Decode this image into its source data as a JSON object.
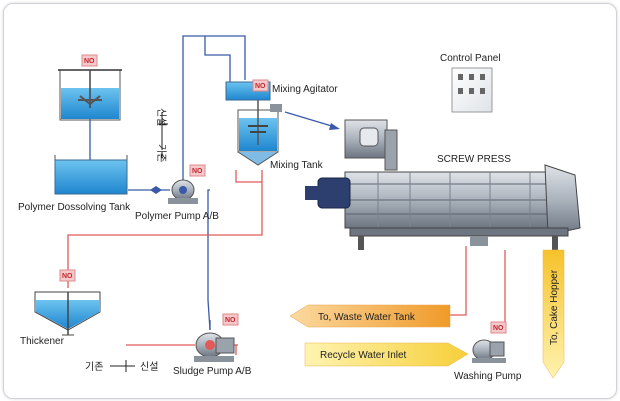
{
  "labels": {
    "polymer_tank": "Polymer Dossolving Tank",
    "polymer_pump": "Polymer Pump A/B",
    "mixing_agitator": "Mixing Agitator",
    "mixing_tank": "Mixing Tank",
    "control_panel": "Control Panel",
    "screw_press": "SCREW PRESS",
    "thickener": "Thickener",
    "sludge_pump": "Sludge Pump A/B",
    "washing_pump": "Washing Pump"
  },
  "arrows": {
    "waste_water": "To, Waste Water Tank",
    "recycle_water": "Recycle Water Inlet",
    "cake_hopper": "To, Cake Hopper"
  },
  "valve_marks": {
    "no": "NO",
    "existing": "기존",
    "new": "신설"
  },
  "colors": {
    "sludge_line": "#e05a5a",
    "polymer_line": "#3a5aa8",
    "water": "#3aa0e0",
    "arrow_orange": "#f2a33a",
    "arrow_yellow": "#f7d24a"
  }
}
